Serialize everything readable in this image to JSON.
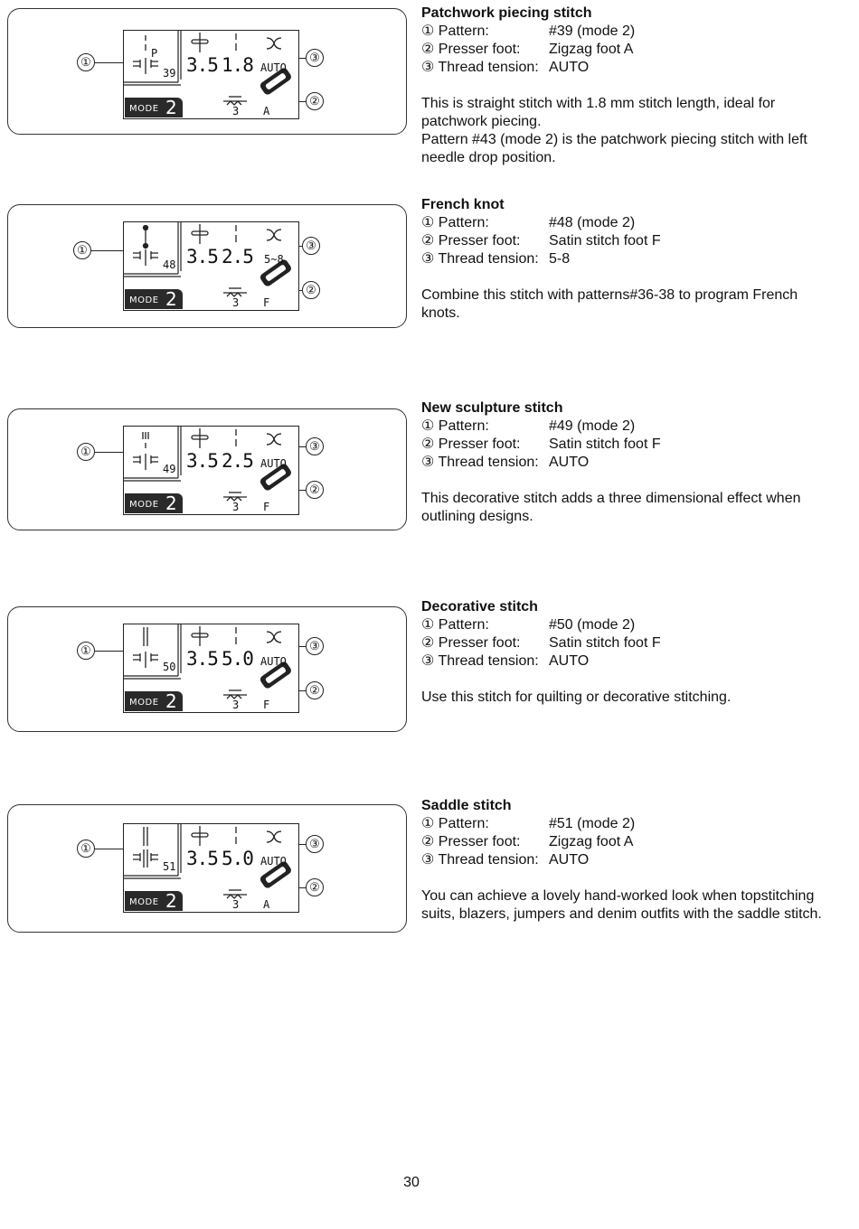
{
  "sections": [
    {
      "title": "Patchwork piecing stitch",
      "rows": [
        {
          "label": "① Pattern:",
          "value": "#39 (mode 2)"
        },
        {
          "label": "② Presser foot:",
          "value": "Zigzag foot A"
        },
        {
          "label": "③ Thread tension:",
          "value": "AUTO"
        }
      ],
      "description": [
        "This is straight stitch with 1.8 mm stitch length, ideal for patchwork piecing.",
        "Pattern #43 (mode 2) is the patchwork piecing stitch with left needle drop position."
      ],
      "lcd": {
        "pattern_number": "39",
        "width": "3.5",
        "length": "1.8",
        "tension": "AUTO",
        "mode_label": "MODE",
        "mode_number": "2",
        "foot": "A",
        "feed": "3",
        "pattern_letter": "P"
      }
    },
    {
      "title": "French knot",
      "rows": [
        {
          "label": "① Pattern:",
          "value": "#48 (mode 2)"
        },
        {
          "label": "② Presser foot:",
          "value": "Satin stitch foot F"
        },
        {
          "label": "③ Thread tension:",
          "value": "5-8"
        }
      ],
      "description": [
        "Combine this stitch with patterns#36-38 to program French knots."
      ],
      "lcd": {
        "pattern_number": "48",
        "width": "3.5",
        "length": "2.5",
        "tension": "5~8",
        "mode_label": "MODE",
        "mode_number": "2",
        "foot": "F",
        "feed": "3",
        "pattern_letter": ""
      }
    },
    {
      "title": "New sculpture stitch",
      "rows": [
        {
          "label": "① Pattern:",
          "value": "#49 (mode 2)"
        },
        {
          "label": "② Presser foot:",
          "value": "Satin stitch foot F"
        },
        {
          "label": "③ Thread tension:",
          "value": "AUTO"
        }
      ],
      "description": [
        "This decorative stitch adds a three dimensional effect when outlining designs."
      ],
      "lcd": {
        "pattern_number": "49",
        "width": "3.5",
        "length": "2.5",
        "tension": "AUTO",
        "mode_label": "MODE",
        "mode_number": "2",
        "foot": "F",
        "feed": "3",
        "pattern_letter": ""
      }
    },
    {
      "title": "Decorative stitch",
      "rows": [
        {
          "label": "① Pattern:",
          "value": "#50 (mode 2)"
        },
        {
          "label": "② Presser foot:",
          "value": "Satin stitch foot F"
        },
        {
          "label": "③ Thread tension:",
          "value": "AUTO"
        }
      ],
      "description": [
        "Use this stitch for quilting or decorative stitching."
      ],
      "lcd": {
        "pattern_number": "50",
        "width": "3.5",
        "length": "5.0",
        "tension": "AUTO",
        "mode_label": "MODE",
        "mode_number": "2",
        "foot": "F",
        "feed": "3",
        "pattern_letter": ""
      }
    },
    {
      "title": "Saddle stitch",
      "rows": [
        {
          "label": "① Pattern:",
          "value": "#51 (mode 2)"
        },
        {
          "label": "② Presser foot:",
          "value": "Zigzag foot A"
        },
        {
          "label": "③ Thread tension:",
          "value": "AUTO"
        }
      ],
      "description": [
        "You can achieve a lovely hand-worked look when topstitching suits, blazers, jumpers and denim outfits with the saddle stitch."
      ],
      "lcd": {
        "pattern_number": "51",
        "width": "3.5",
        "length": "5.0",
        "tension": "AUTO",
        "mode_label": "MODE",
        "mode_number": "2",
        "foot": "A",
        "feed": "3",
        "pattern_letter": ""
      }
    }
  ],
  "callouts": {
    "one": "①",
    "two": "②",
    "three": "③"
  },
  "page_number": "30"
}
